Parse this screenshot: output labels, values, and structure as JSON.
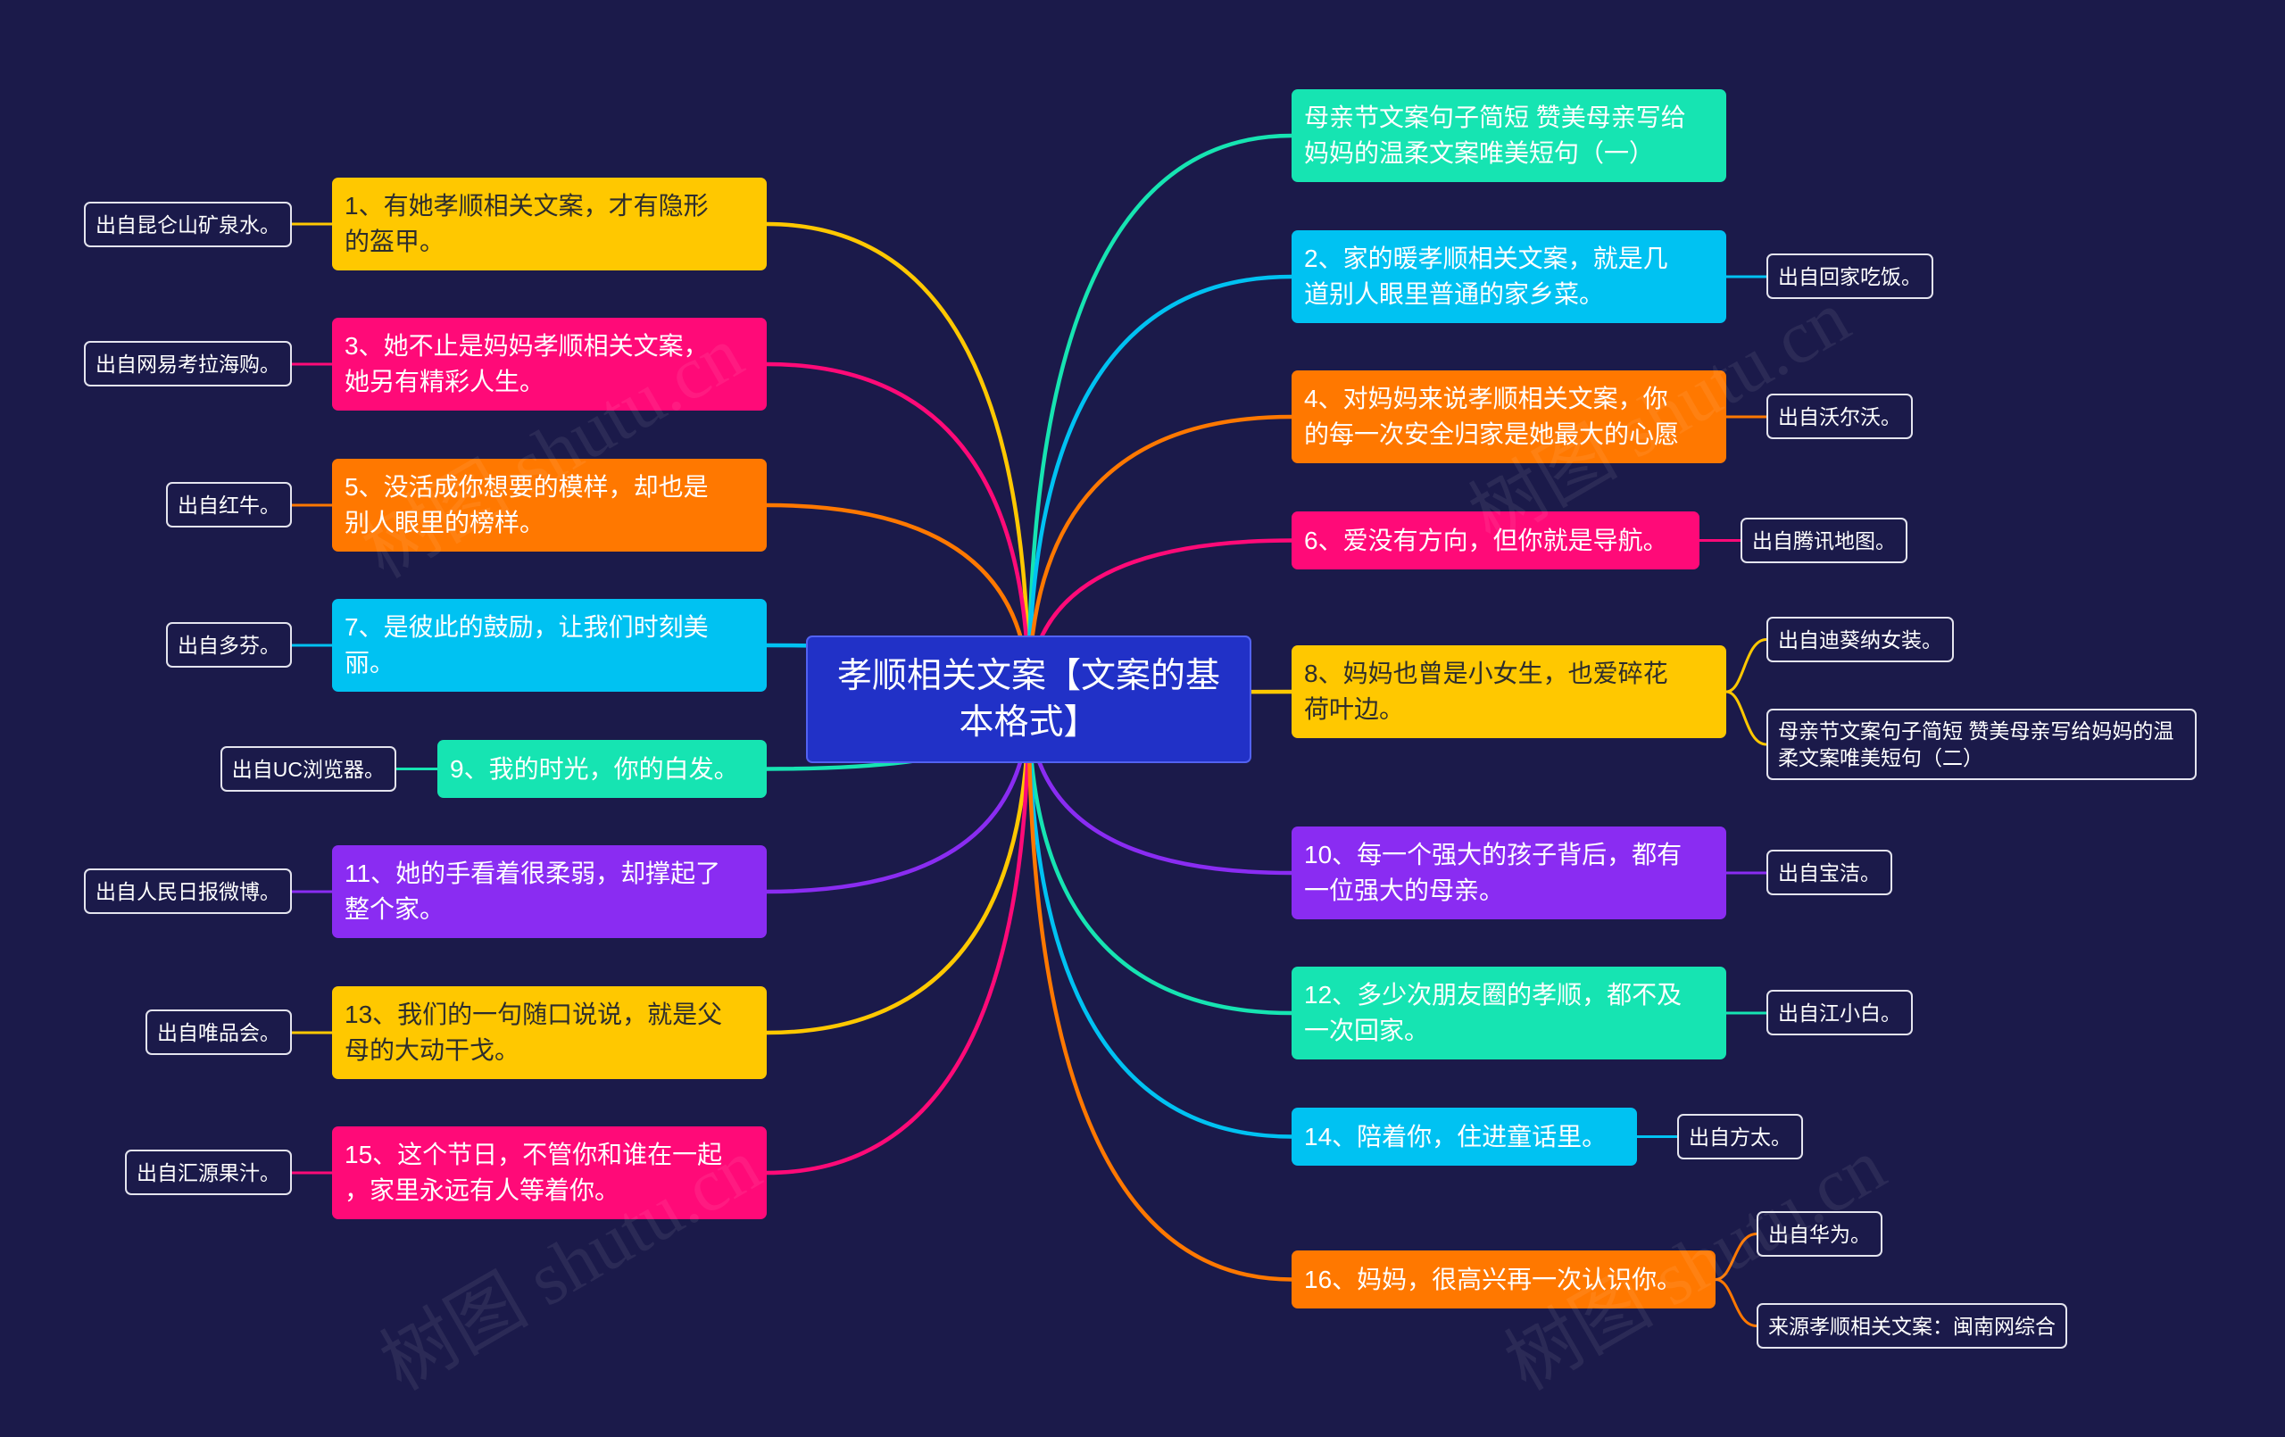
{
  "colors": {
    "background": "#1b1a4a",
    "central_fill": "#2131c7",
    "central_border": "#5262f2",
    "central_text": "#ffffff",
    "source_border": "#e4e4ee",
    "source_text": "#ffffff"
  },
  "center": {
    "title": "孝顺相关文案【文案的基本格式】"
  },
  "left_branches": [
    {
      "text": "1、有她孝顺相关文案，才有隐形的盔甲。",
      "color": "#ffc800",
      "text_color": "#2d2d2d",
      "sources": [
        "出自昆仑山矿泉水。"
      ]
    },
    {
      "text": "3、她不止是妈妈孝顺相关文案，她另有精彩人生。",
      "color": "#ff0a78",
      "text_color": "#ffffff",
      "sources": [
        "出自网易考拉海购。"
      ]
    },
    {
      "text": "5、没活成你想要的模样，却也是别人眼里的榜样。",
      "color": "#ff7800",
      "text_color": "#ffffff",
      "sources": [
        "出自红牛。"
      ]
    },
    {
      "text": "7、是彼此的鼓励，让我们时刻美丽。",
      "color": "#00c2f2",
      "text_color": "#ffffff",
      "sources": [
        "出自多芬。"
      ]
    },
    {
      "text": "9、我的时光，你的白发。",
      "color": "#16e4b2",
      "text_color": "#ffffff",
      "sources": [
        "出自UC浏览器。"
      ]
    },
    {
      "text": "11、她的手看着很柔弱，却撑起了整个家。",
      "color": "#8a2cf2",
      "text_color": "#ffffff",
      "sources": [
        "出自人民日报微博。"
      ]
    },
    {
      "text": "13、我们的一句随口说说，就是父母的大动干戈。",
      "color": "#ffc800",
      "text_color": "#2d2d2d",
      "sources": [
        "出自唯品会。"
      ]
    },
    {
      "text": "15、这个节日，不管你和谁在一起，家里永远有人等着你。",
      "color": "#ff0a78",
      "text_color": "#ffffff",
      "sources": [
        "出自汇源果汁。"
      ]
    }
  ],
  "right_branches": [
    {
      "text": "母亲节文案句子简短 赞美母亲写给妈妈的温柔文案唯美短句（一）",
      "color": "#16e4b2",
      "text_color": "#ffffff",
      "sources": []
    },
    {
      "text": "2、家的暖孝顺相关文案，就是几道别人眼里普通的家乡菜。",
      "color": "#00c2f2",
      "text_color": "#ffffff",
      "sources": [
        "出自回家吃饭。"
      ]
    },
    {
      "text": "4、对妈妈来说孝顺相关文案，你的每一次安全归家是她最大的心愿",
      "color": "#ff7800",
      "text_color": "#ffffff",
      "sources": [
        "出自沃尔沃。"
      ]
    },
    {
      "text": "6、爱没有方向，但你就是导航。",
      "color": "#ff0a78",
      "text_color": "#ffffff",
      "sources": [
        "出自腾讯地图。"
      ]
    },
    {
      "text": "8、妈妈也曾是小女生，也爱碎花荷叶边。",
      "color": "#ffc800",
      "text_color": "#2d2d2d",
      "sources": [
        "出自迪葵纳女装。",
        "母亲节文案句子简短 赞美母亲写给妈妈的温柔文案唯美短句（二）"
      ]
    },
    {
      "text": "10、每一个强大的孩子背后，都有一位强大的母亲。",
      "color": "#8a2cf2",
      "text_color": "#ffffff",
      "sources": [
        "出自宝洁。"
      ]
    },
    {
      "text": "12、多少次朋友圈的孝顺，都不及一次回家。",
      "color": "#16e4b2",
      "text_color": "#ffffff",
      "sources": [
        "出自江小白。"
      ]
    },
    {
      "text": "14、陪着你，住进童话里。",
      "color": "#00c2f2",
      "text_color": "#ffffff",
      "sources": [
        "出自方太。"
      ]
    },
    {
      "text": "16、妈妈，很高兴再一次认识你。",
      "color": "#ff7800",
      "text_color": "#ffffff",
      "sources": [
        "出自华为。",
        "来源孝顺相关文案：闽南网综合"
      ]
    }
  ],
  "watermark": "树图 shutu.cn"
}
